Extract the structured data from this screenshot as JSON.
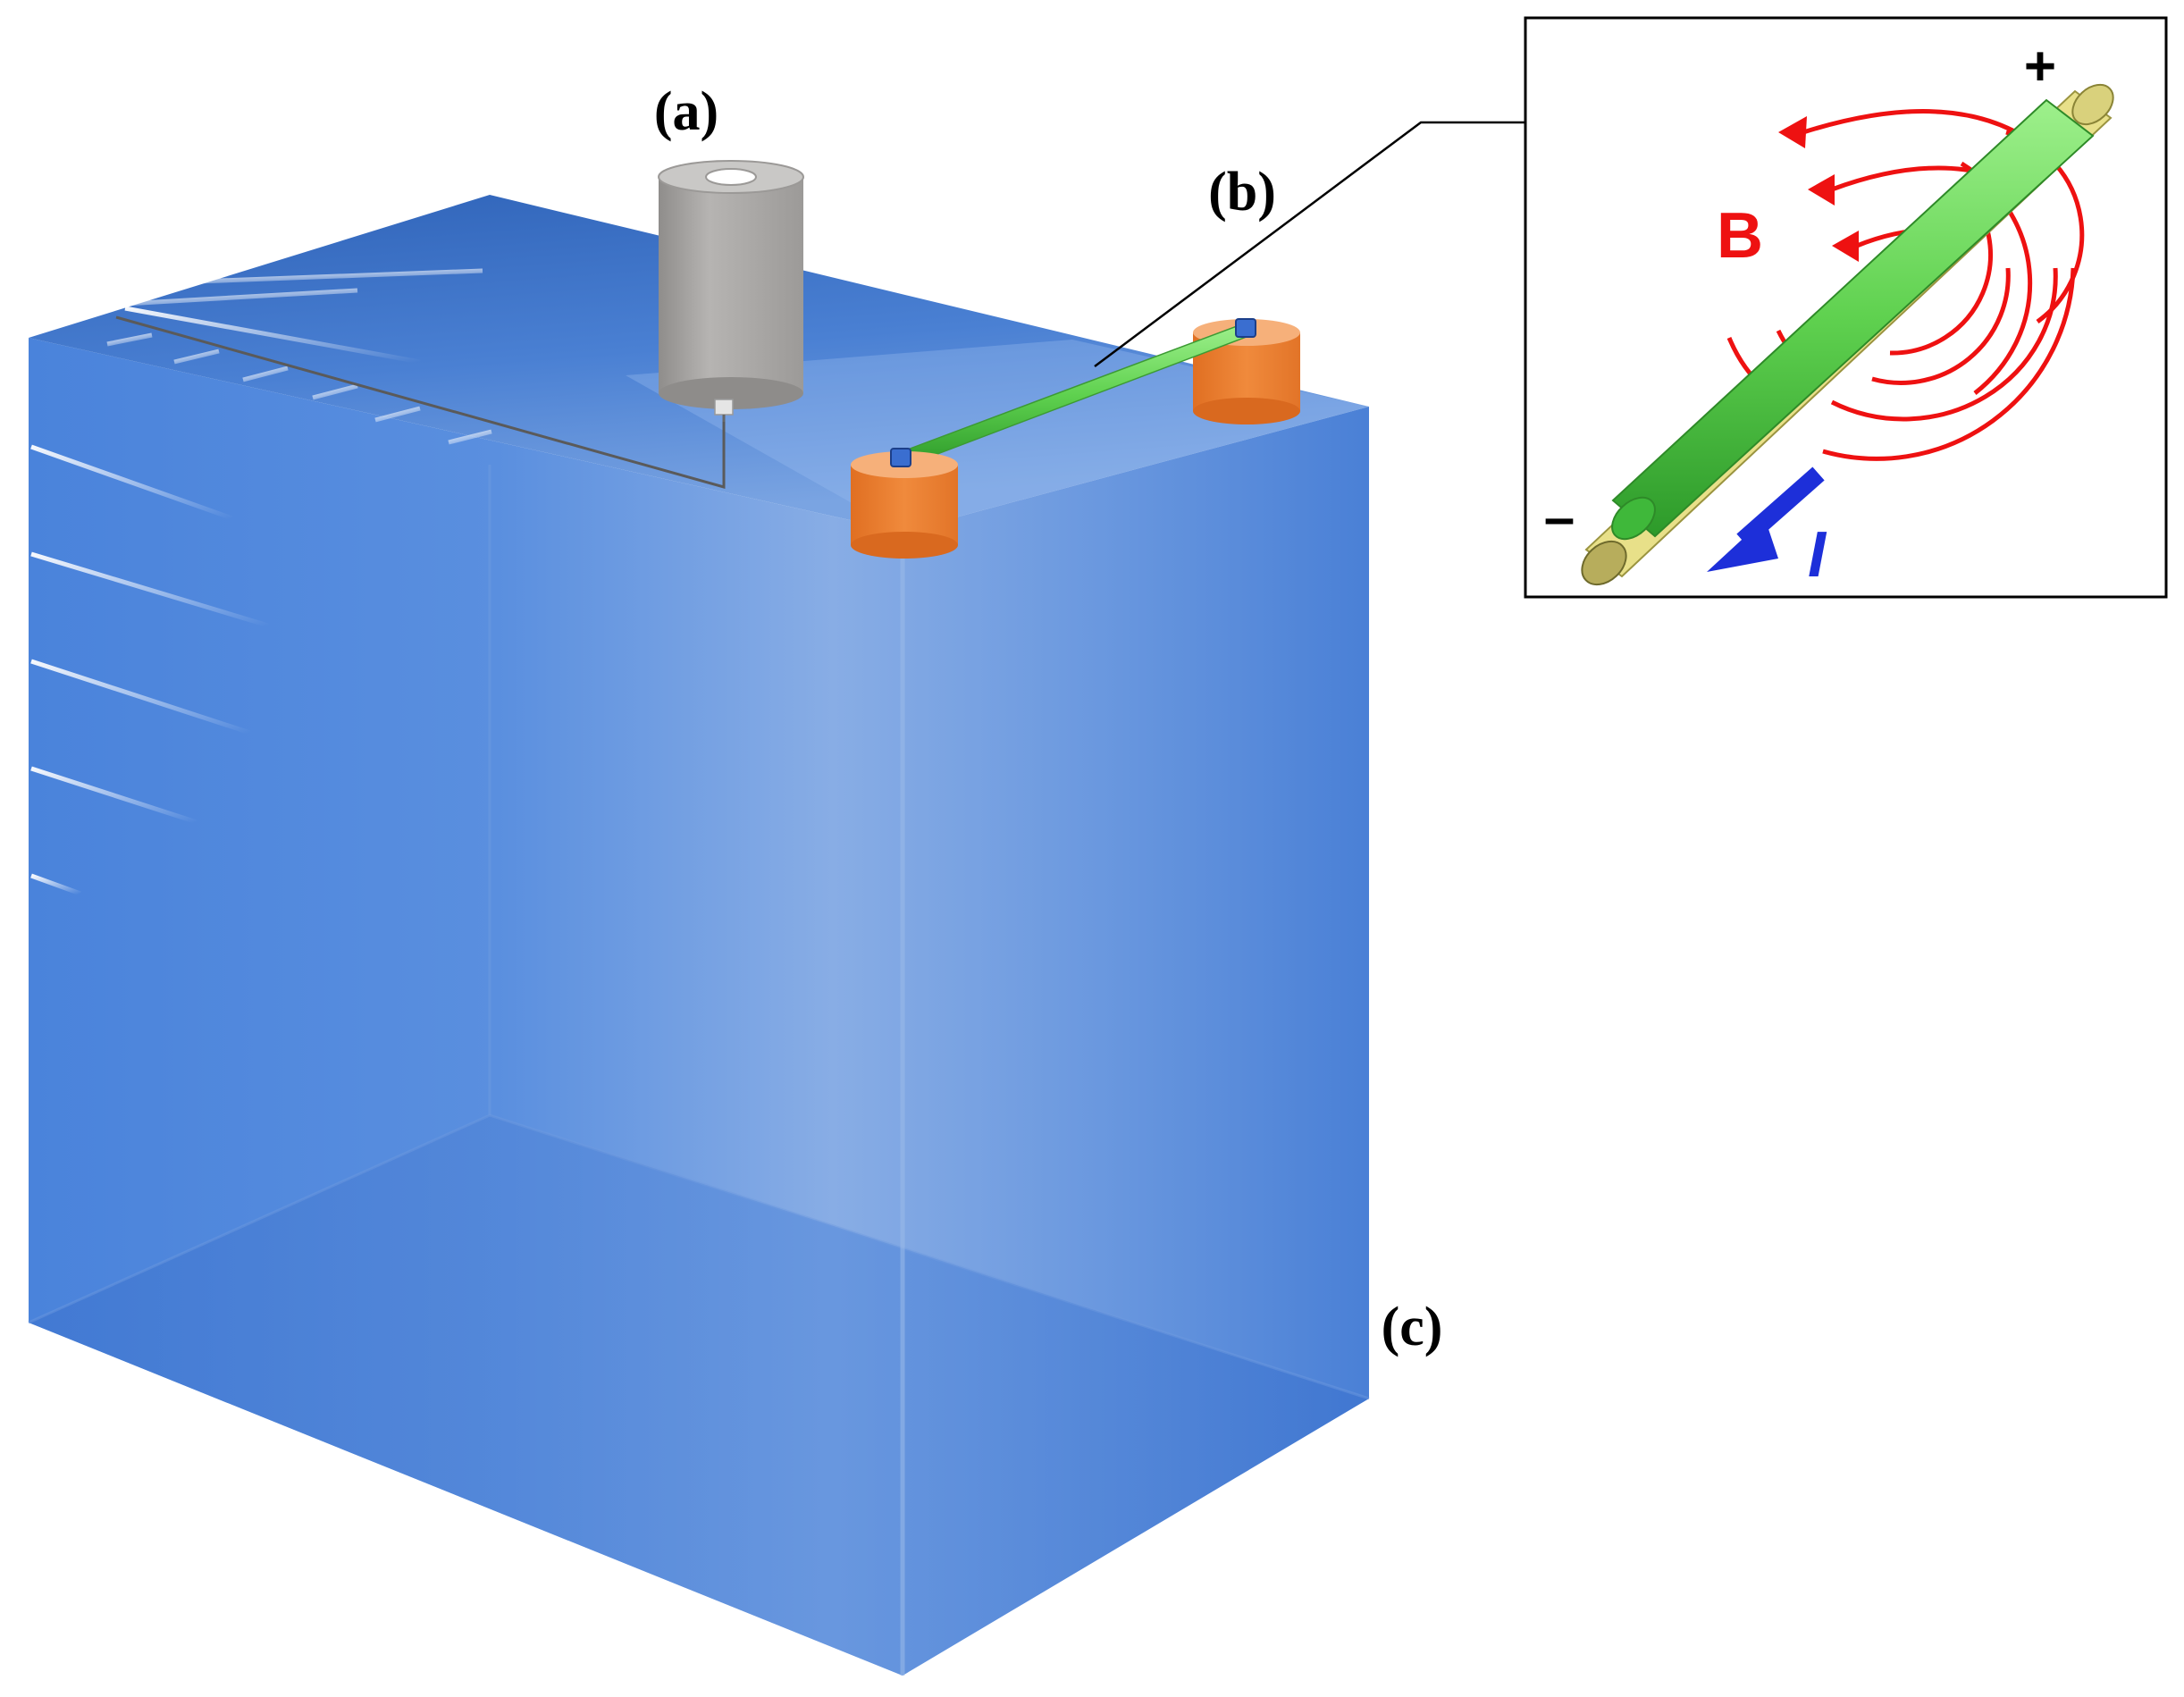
{
  "labels": {
    "a": "(a)",
    "b": "(b)",
    "c": "(c)"
  },
  "inset": {
    "plus": "+",
    "minus": "–",
    "field": "B",
    "current": "I"
  },
  "colors": {
    "tank_blue": "#4a80d6",
    "tank_top": "#3f72c8",
    "probe_gray": "#a9a7a5",
    "support_orange": "#ea7c2f",
    "wire_green": "#5fd14f",
    "wire_end_yellow": "#e8e089",
    "field_red": "#ee1111",
    "current_blue": "#1d2fd9"
  },
  "icons": {
    "probe": "hydrophone-cylinder-icon",
    "support": "orange-cylinder-support-icon",
    "wire": "energized-wire-icon",
    "field": "magnetic-field-arc-icon",
    "current": "current-arrow-icon"
  }
}
